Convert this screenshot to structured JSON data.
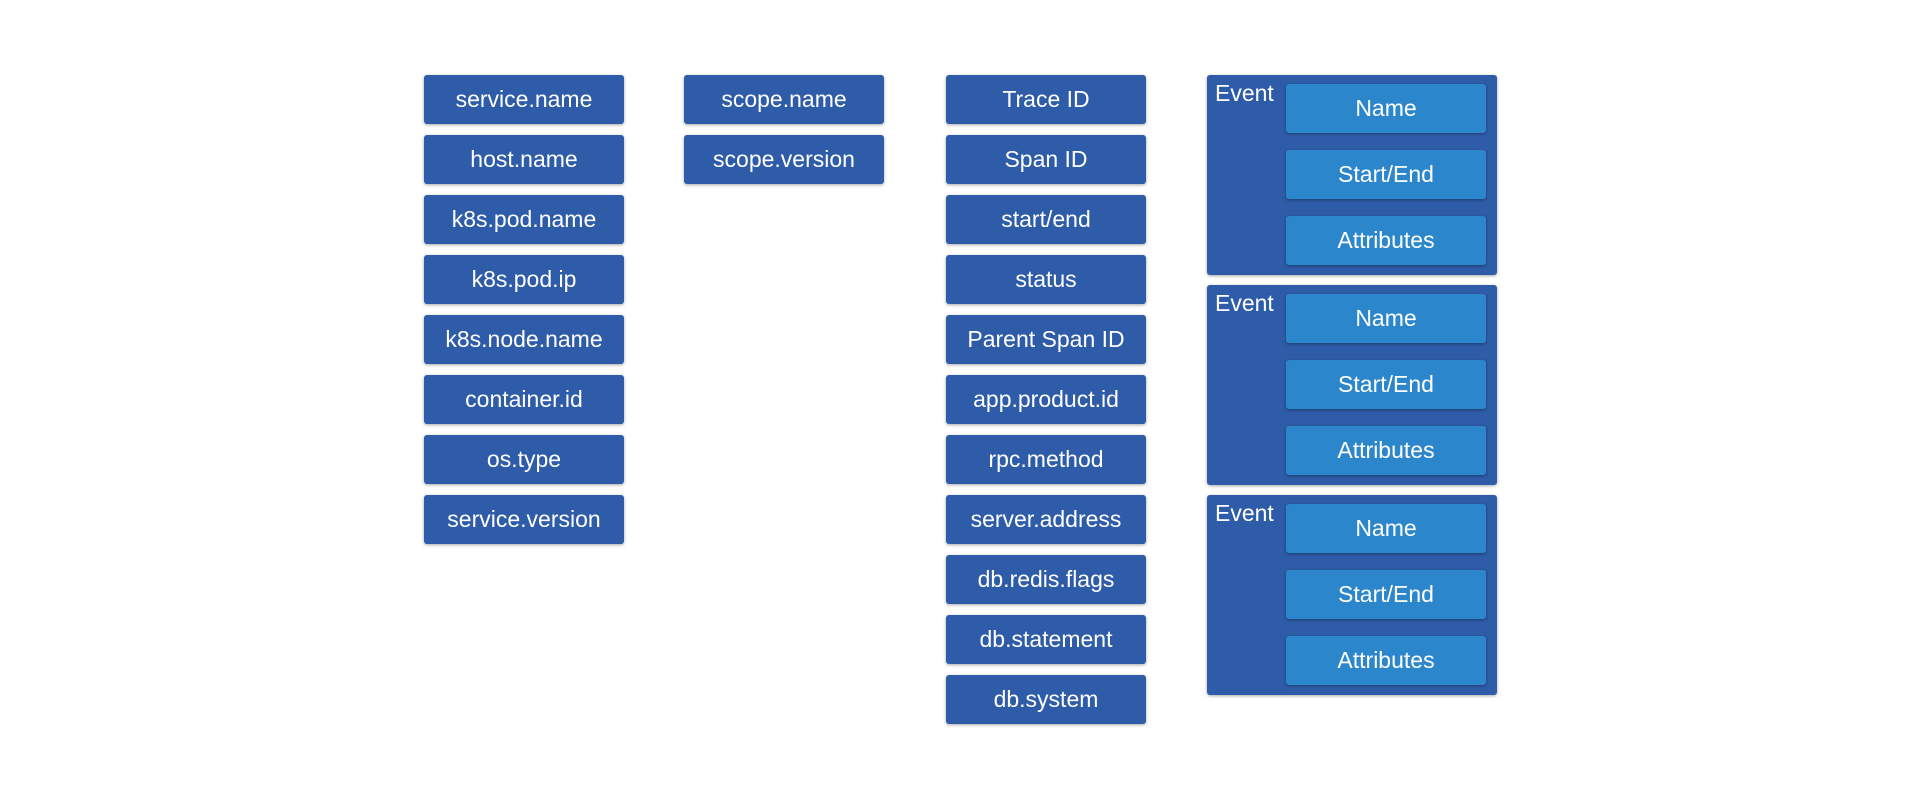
{
  "colors": {
    "box_fill": "#2e5ca8",
    "event_field_fill": "#2c86cc",
    "text": "#ffffff",
    "background": "#ffffff"
  },
  "resource_attributes": [
    "service.name",
    "host.name",
    "k8s.pod.name",
    "k8s.pod.ip",
    "k8s.node.name",
    "container.id",
    "os.type",
    "service.version"
  ],
  "scope_attributes": [
    "scope.name",
    "scope.version"
  ],
  "span_fields": [
    "Trace ID",
    "Span ID",
    "start/end",
    "status",
    "Parent Span ID",
    "app.product.id",
    "rpc.method",
    "server.address",
    "db.redis.flags",
    "db.statement",
    "db.system"
  ],
  "events": [
    {
      "label": "Event",
      "fields": [
        "Name",
        "Start/End",
        "Attributes"
      ]
    },
    {
      "label": "Event",
      "fields": [
        "Name",
        "Start/End",
        "Attributes"
      ]
    },
    {
      "label": "Event",
      "fields": [
        "Name",
        "Start/End",
        "Attributes"
      ]
    }
  ]
}
